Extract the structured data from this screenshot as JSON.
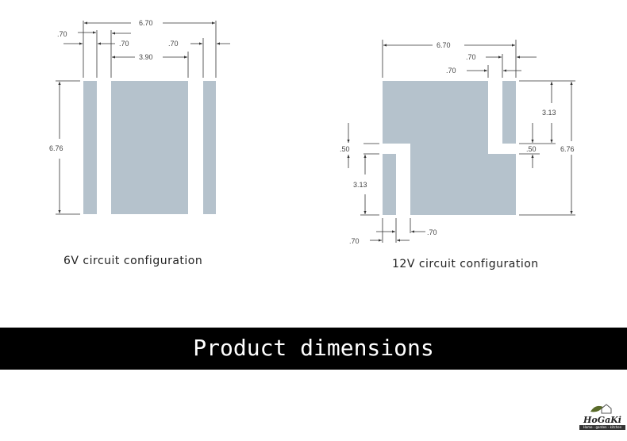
{
  "left": {
    "caption": "6V circuit configuration",
    "dims": {
      "total_width": "6.70",
      "pad1_width": ".70",
      "gap1": ".70",
      "center_width": "3.90",
      "pad3_width": ".70",
      "height": "6.76"
    }
  },
  "right": {
    "caption": "12V circuit configuration",
    "dims": {
      "total_width": "6.70",
      "top_pad_width": ".70",
      "top_gap": ".70",
      "right_pad_height": "3.13",
      "right_gap": ".50",
      "height": "6.76",
      "left_gap": ".50",
      "left_pad_height": "3.13",
      "bottom_pad_width": ".70",
      "bottom_gap": ".70"
    }
  },
  "banner": {
    "title": "Product dimensions"
  },
  "logo": {
    "name": "HoGaKi",
    "tagline": "Home - garden - kitchen"
  },
  "colors": {
    "pad": "#b5c2cc",
    "banner": "#000000"
  }
}
